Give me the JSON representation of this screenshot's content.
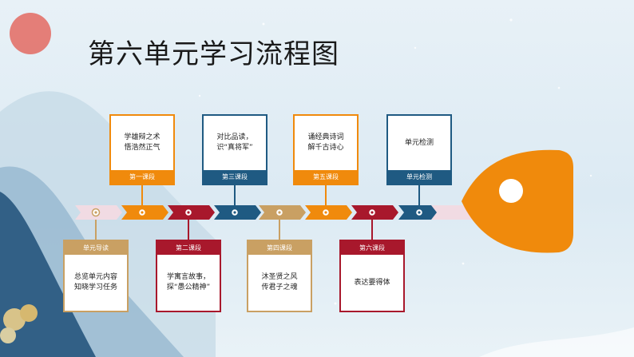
{
  "title": "第六单元学习流程图",
  "colors": {
    "orange": "#f08a0c",
    "red": "#a8182c",
    "blue": "#1f5a82",
    "gold": "#c9a063",
    "pale": "#f1dbe3"
  },
  "stages": [
    {
      "header": "单元导读",
      "text": "总览单元内容\n知晓学习任务",
      "position": "bottom",
      "color": "#c9a063"
    },
    {
      "header": "第一课段",
      "text": "学雄辩之术\n悟浩然正气",
      "position": "top",
      "color": "#f08a0c"
    },
    {
      "header": "第二课段",
      "text": "学寓言故事，\n探“愚公精神”",
      "position": "bottom",
      "color": "#a8182c"
    },
    {
      "header": "第三课段",
      "text": "对比品读，\n识“真将军”",
      "position": "top",
      "color": "#1f5a82"
    },
    {
      "header": "第四课段",
      "text": "沐圣贤之风\n传君子之魂",
      "position": "bottom",
      "color": "#c9a063"
    },
    {
      "header": "第五课段",
      "text": "诵经典诗词\n解千古诗心",
      "position": "top",
      "color": "#f08a0c"
    },
    {
      "header": "第六课段",
      "text": "表达要得体",
      "position": "bottom",
      "color": "#a8182c"
    },
    {
      "header": "单元检测",
      "text": "单元检测",
      "position": "top",
      "color": "#1f5a82"
    }
  ]
}
